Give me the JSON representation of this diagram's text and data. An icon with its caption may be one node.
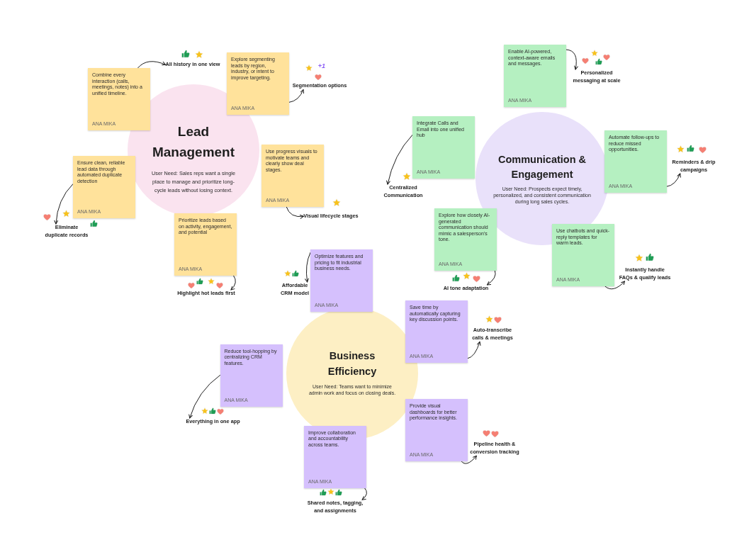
{
  "diagram": {
    "nodes": [
      {
        "text": [
          "Lead Management",
          "User Need: Sales reps want a single place to manage and prioritize long-cycle leads without losing context."
        ]
      },
      {
        "text": [
          "Combine every interaction (calls, meetings, notes) into a unified timeline.",
          "ANA MIKA"
        ]
      },
      {
        "text": [
          "All history in one view"
        ]
      },
      {
        "text": [
          "Explore segmenting leads by region, industry, or intent to improve targeting.",
          "ANA MIKA"
        ]
      },
      {
        "text": [
          "Segmentation options"
        ],
        "beside": [
          "+1"
        ]
      },
      {
        "text": [
          "Use progress visuals to motivate teams and clearly show deal stages.",
          "ANA MIKA"
        ]
      },
      {
        "text": [
          "Visual lifecycle stages"
        ]
      },
      {
        "text": [
          "Ensure clean, reliable lead data through automated duplicate detection",
          "ANA MIKA"
        ]
      },
      {
        "text": [
          "Eliminate duplicate records"
        ]
      },
      {
        "text": [
          "Prioritize leads based on activity, engagement, and potential",
          "ANA MIKA"
        ]
      },
      {
        "text": [
          "Highlight hot leads first"
        ]
      },
      {
        "text": [
          "Communication & Engagement",
          "User Need: Prospects expect timely, personalized, and consistent communication during long sales cycles."
        ]
      },
      {
        "text": [
          "Enable AI-powered, context-aware emails and messages.",
          "ANA MIKA"
        ]
      },
      {
        "text": [
          "Personalized messaging at scale"
        ]
      },
      {
        "text": [
          "Integrate Calls and Email into one unified hub",
          "ANA MIKA"
        ]
      },
      {
        "text": [
          "Centralized Communication"
        ]
      },
      {
        "text": [
          "Automate follow-ups to reduce missed opportunities.",
          "ANA MIKA"
        ]
      },
      {
        "text": [
          "Reminders & drip campaigns"
        ]
      },
      {
        "text": [
          "Explore how closely AI-generated communication should mimic a salesperson's tone.",
          "ANA MIKA"
        ]
      },
      {
        "text": [
          "AI tone adaptation"
        ]
      },
      {
        "text": [
          "Use chatbots and quick-reply templates for warm leads.",
          "ANA MIKA"
        ]
      },
      {
        "text": [
          "Instantly handle FAQs & qualify leads"
        ]
      },
      {
        "text": [
          "Business Efficiency",
          "User Need: Teams want to minimize admin work and focus on closing deals."
        ]
      },
      {
        "text": [
          "Optimize features and pricing to fit industrial business needs.",
          "ANA MIKA"
        ]
      },
      {
        "text": [
          "Affordable CRM model"
        ]
      },
      {
        "text": [
          "Save time by automatically capturing key discussion points.",
          "ANA MIKA"
        ]
      },
      {
        "text": [
          "Auto-transcribe calls & meetings"
        ]
      },
      {
        "text": [
          "Reduce tool-hopping by centralizing CRM features.",
          "ANA MIKA"
        ]
      },
      {
        "text": [
          "Everything in one app"
        ]
      },
      {
        "text": [
          "Provide visual dashboards for better performance insights.",
          "ANA MIKA"
        ]
      },
      {
        "text": [
          "Pipeline health & conversion tracking"
        ]
      },
      {
        "text": [
          "Improve collaboration and accountability across teams.",
          "ANA MIKA"
        ]
      },
      {
        "text": [
          "Shared notes, tagging, and assignments"
        ]
      }
    ],
    "edges": [
      {
        "from": 1,
        "to": 2,
        "arrow": "to"
      },
      {
        "from": 3,
        "to": 4,
        "arrow": "to"
      },
      {
        "from": 5,
        "to": 6,
        "arrow": "to"
      },
      {
        "from": 7,
        "to": 8,
        "arrow": "to"
      },
      {
        "from": 9,
        "to": 10,
        "arrow": "to"
      },
      {
        "from": 12,
        "to": 13,
        "arrow": "to"
      },
      {
        "from": 14,
        "to": 15,
        "arrow": "to"
      },
      {
        "from": 16,
        "to": 17,
        "arrow": "to"
      },
      {
        "from": 18,
        "to": 19,
        "arrow": "to"
      },
      {
        "from": 20,
        "to": 21,
        "arrow": "to"
      },
      {
        "from": 23,
        "to": 24,
        "arrow": "to"
      },
      {
        "from": 25,
        "to": 26,
        "arrow": "to"
      },
      {
        "from": 27,
        "to": 28,
        "arrow": "to"
      },
      {
        "from": 29,
        "to": 30,
        "arrow": "to"
      },
      {
        "from": 31,
        "to": 32,
        "arrow": "to"
      }
    ]
  }
}
